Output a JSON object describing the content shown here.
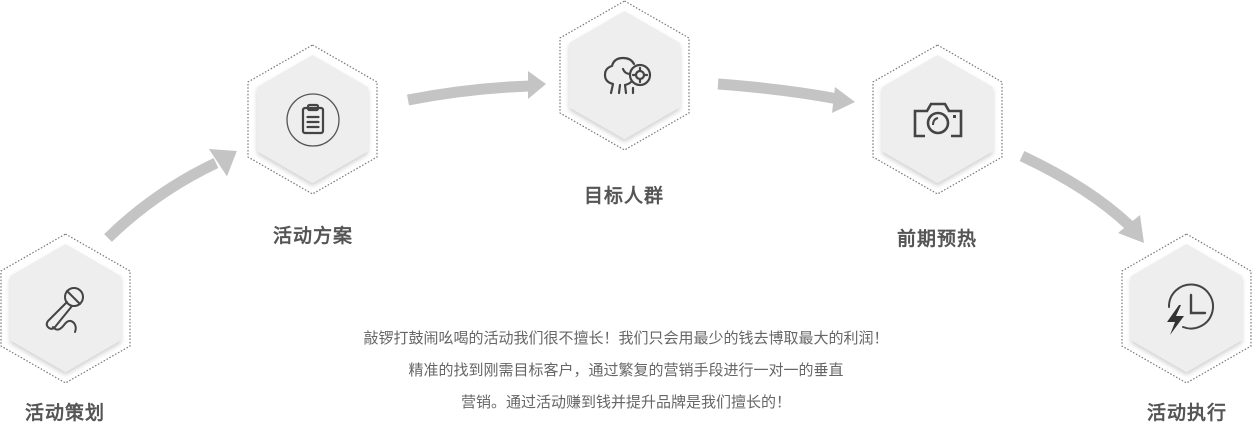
{
  "colors": {
    "arrow": "#c4c4c4",
    "hex_fill": "#eeeeee",
    "hex_dotted_outline": "#777777",
    "icon_stroke": "#444444",
    "label_text": "#555555",
    "description_text": "#666666"
  },
  "steps": [
    {
      "label": "活动策划",
      "icon": "microphone-icon"
    },
    {
      "label": "活动方案",
      "icon": "clipboard-icon"
    },
    {
      "label": "目标人群",
      "icon": "target-audience-icon"
    },
    {
      "label": "前期预热",
      "icon": "camera-icon"
    },
    {
      "label": "活动执行",
      "icon": "fast-clock-icon"
    }
  ],
  "description": {
    "lines": [
      "敲锣打鼓闹吆喝的活动我们很不擅长！我们只会用最少的钱去博取最大的利润！",
      "精准的找到刚需目标客户，通过繁复的营销手段进行一对一的垂直",
      "营销。通过活动赚到钱并提升品牌是我们擅长的！"
    ]
  }
}
